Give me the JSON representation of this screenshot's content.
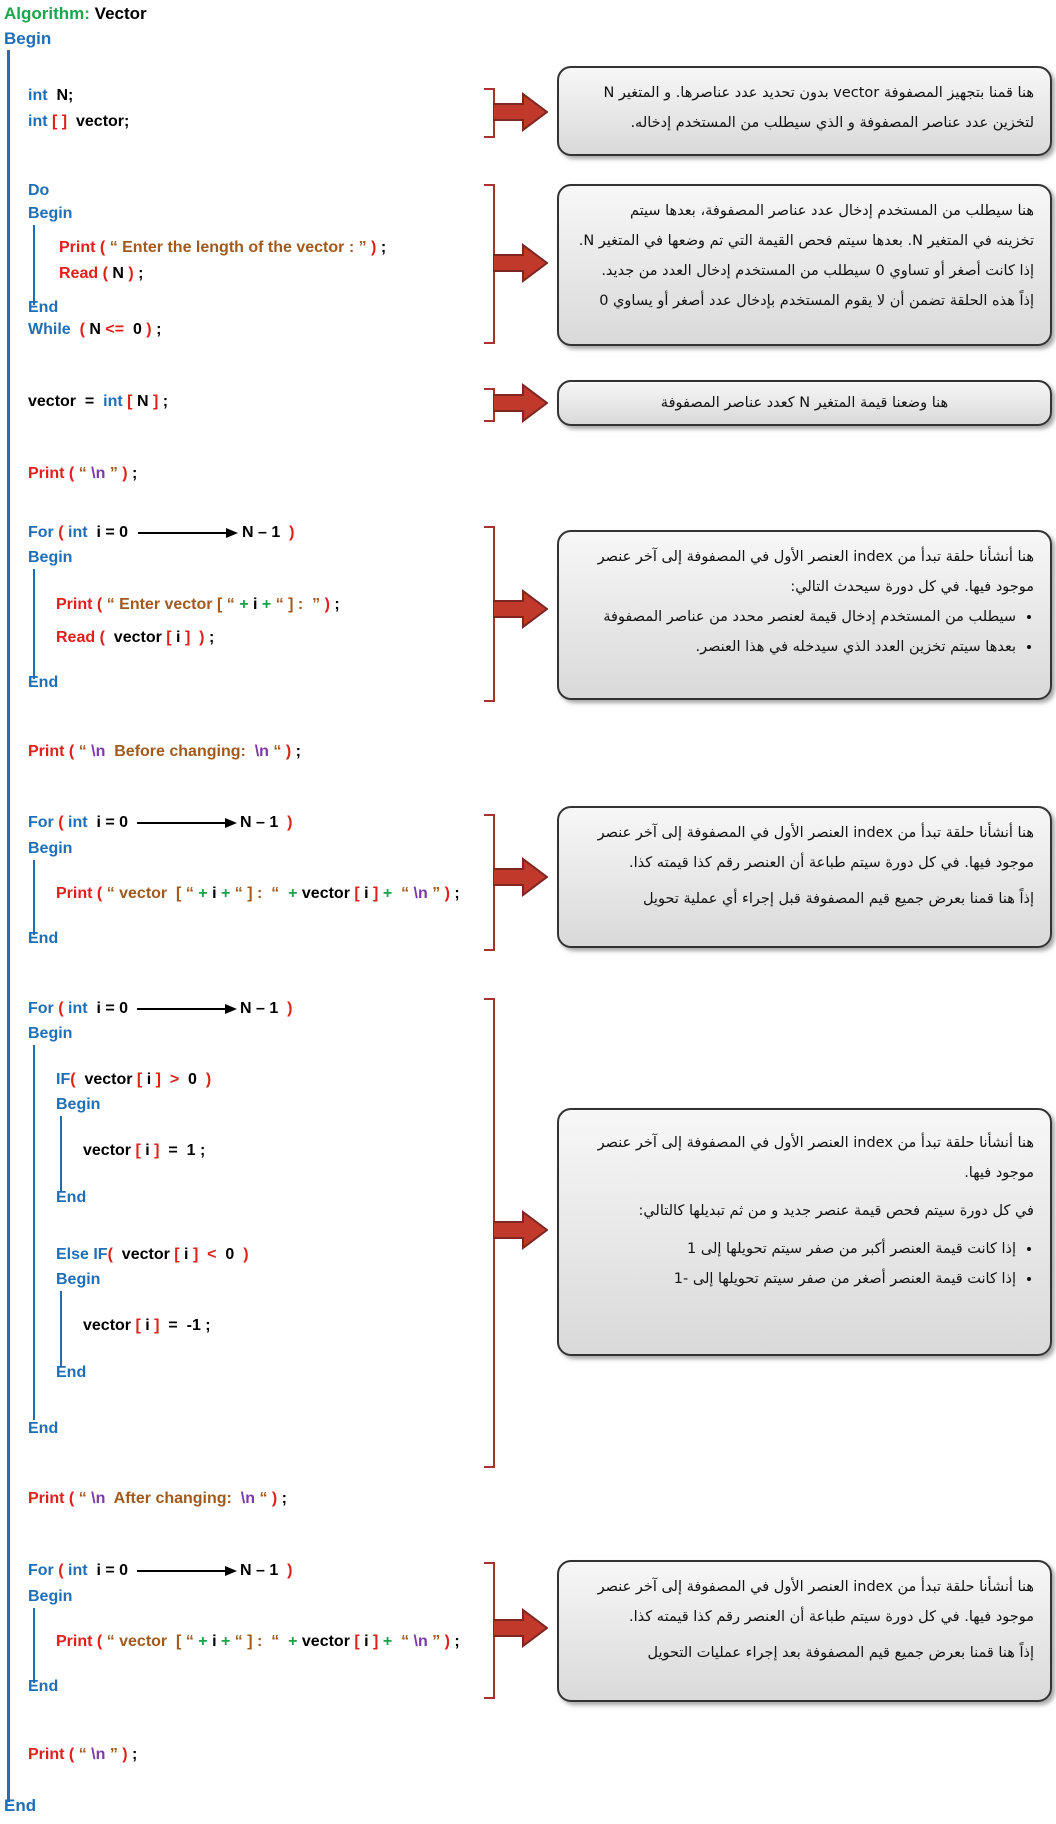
{
  "algorithm_label": "Algorithm:",
  "algorithm_name": "Vector",
  "kw": {
    "begin": "Begin",
    "end": "End",
    "int": "int",
    "do": "Do",
    "while": "While",
    "for": "For",
    "print": "Print",
    "read": "Read",
    "if": "IF",
    "else_if": "Else IF"
  },
  "code": {
    "decl_n": "N;",
    "decl_vector": "vector;",
    "prompt_length": "“ Enter the length of the vector :   ”",
    "var_n": "N",
    "cond_le": "<=",
    "zero": "0",
    "vector_var": "vector",
    "newline": "\\n",
    "enter_vector": "Enter vector",
    "before_changing": "Before changing:",
    "after_changing": "After changing:",
    "i_eq_0": "i = 0",
    "n_minus_1": "N – 1",
    "one": "1",
    "minus_one": "-1"
  },
  "notes": {
    "n1": [
      "هنا قمنا بتجهيز المصفوفة vector بدون تحديد عدد عناصرها. و المتغير N",
      "لتخزين عدد عناصر المصفوفة و الذي سيطلب من المستخدم إدخاله."
    ],
    "n2": [
      "هنا سيطلب من المستخدم إدخال عدد عناصر المصفوفة، بعدها سيتم",
      "تخزينه في المتغير N. بعدها سيتم فحص القيمة التي تم وضعها في المتغير N.",
      "إذا كانت أصغر أو تساوي 0 سيطلب من المستخدم إدخال العدد من جديد.",
      "إذاً هذه الحلقة تضمن أن لا يقوم المستخدم بإدخال عدد أصغر أو يساوي 0"
    ],
    "n3": [
      "هنا وضعنا قيمة المتغير N كعدد عناصر المصفوفة"
    ],
    "n4": [
      "هنا أنشأنا حلقة تبدأ من index العنصر الأول في المصفوفة إلى آخر عنصر",
      "موجود فيها. في كل دورة سيحدث التالي:",
      "سيطلب من المستخدم إدخال قيمة لعنصر محدد من عناصر المصفوفة",
      "بعدها سيتم تخزين العدد الذي سيدخله في هذا العنصر."
    ],
    "n5": [
      "هنا أنشأنا حلقة تبدأ من index العنصر الأول في المصفوفة إلى آخر عنصر",
      "موجود فيها. في كل دورة سيتم طباعة أن العنصر رقم كذا قيمته كذا.",
      "إذاً هنا قمنا بعرض جميع قيم المصفوفة قبل إجراء أي عملية تحويل"
    ],
    "n6": [
      "هنا أنشأنا حلقة تبدأ من index العنصر الأول في المصفوفة إلى آخر عنصر",
      "موجود فيها.",
      "في كل دورة سيتم فحص قيمة عنصر جديد و من ثم تبديلها كالتالي:",
      "إذا كانت قيمة العنصر أكبر من صفر سيتم تحويلها إلى 1",
      "إذا كانت قيمة العنصر أصغر من صفر سيتم تحويلها إلى -1"
    ],
    "n7": [
      "هنا أنشأنا حلقة تبدأ من index العنصر الأول في المصفوفة إلى آخر عنصر",
      "موجود فيها. في كل دورة سيتم طباعة أن العنصر رقم كذا قيمته كذا.",
      "إذاً هنا قمنا بعرض جميع قيم المصفوفة بعد إجراء عمليات التحويل"
    ]
  },
  "colors": {
    "keyword": "#1f6fb8",
    "operator": "#e0201b",
    "string": "#a15a1e",
    "concat": "#1aa24a",
    "escape": "#7b3aa7",
    "arrow": "#a8322d"
  }
}
